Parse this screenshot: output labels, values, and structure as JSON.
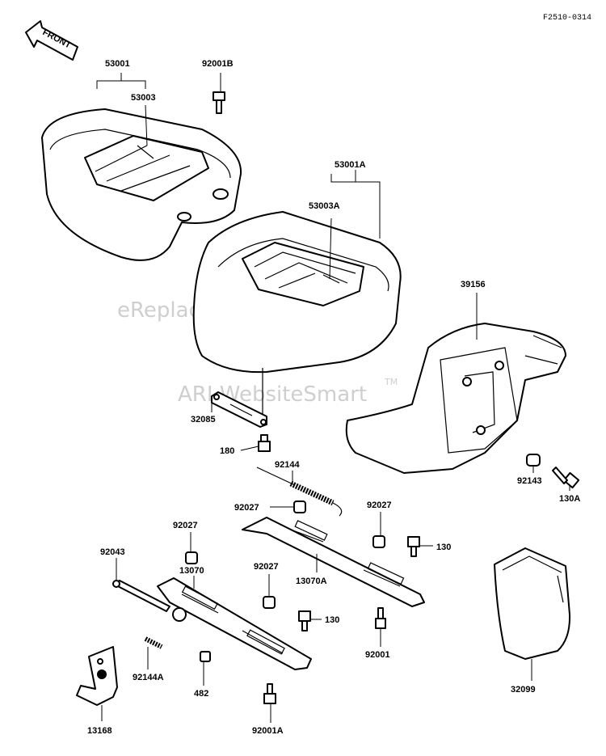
{
  "figure_id": "F2510-0314",
  "front_badge": "FRONT",
  "watermarks": [
    "eReplacementParts.com",
    "ARI WebsiteSmart",
    "TM"
  ],
  "labels": {
    "p53001": "53001",
    "p53003": "53003",
    "p92001B": "92001B",
    "p53001A": "53001A",
    "p53003A": "53003A",
    "p39156": "39156",
    "p32085": "32085",
    "p180": "180",
    "p92144": "92144",
    "p92027a": "92027",
    "p92027b": "92027",
    "p92027c": "92027",
    "p92027d": "92027",
    "p92143": "92143",
    "p130A": "130A",
    "p130a": "130",
    "p130b": "130",
    "p92043": "92043",
    "p13070": "13070",
    "p13070A": "13070A",
    "p92001": "92001",
    "p92144A": "92144A",
    "p482": "482",
    "p13168": "13168",
    "p92001A": "92001A",
    "p32099": "32099"
  }
}
